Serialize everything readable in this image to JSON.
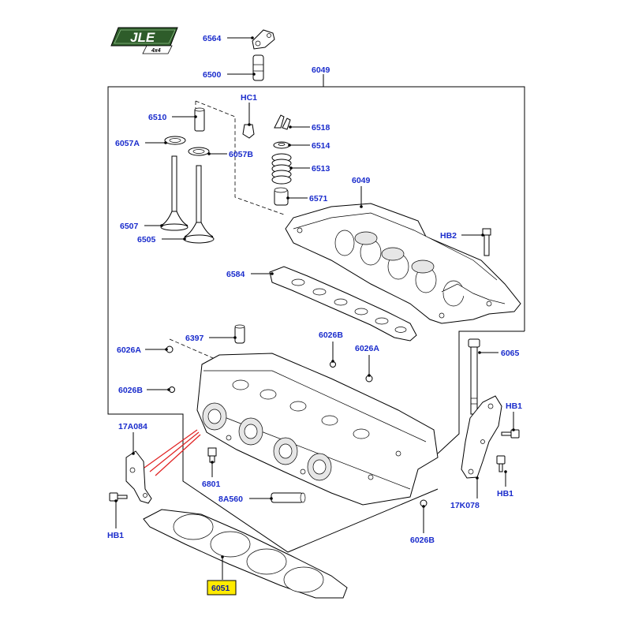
{
  "logo": {
    "brand": "JLE",
    "sub": "4x4",
    "color": "#2e5c2a"
  },
  "highlight_color": "#ffeb00",
  "label_color": "#1a2ccc",
  "labels": {
    "p6564": "6564",
    "p6500": "6500",
    "p6049a": "6049",
    "pHC1": "HC1",
    "p6510": "6510",
    "p6518": "6518",
    "p6057A": "6057A",
    "p6514": "6514",
    "p6057B": "6057B",
    "p6513": "6513",
    "p6049b": "6049",
    "p6571": "6571",
    "p6507": "6507",
    "p6505": "6505",
    "pHB2": "HB2",
    "p6584": "6584",
    "p6397": "6397",
    "p6026Ba": "6026B",
    "p6026Aa": "6026A",
    "p6065": "6065",
    "p6026Ab": "6026A",
    "p6026Bb": "6026B",
    "pHB1a": "HB1",
    "p17A084": "17A084",
    "p6801": "6801",
    "p17K078": "17K078",
    "pHB1b": "HB1",
    "p8A560": "8A560",
    "pHB1c": "HB1",
    "p6026Bc": "6026B",
    "p6051": "6051"
  }
}
